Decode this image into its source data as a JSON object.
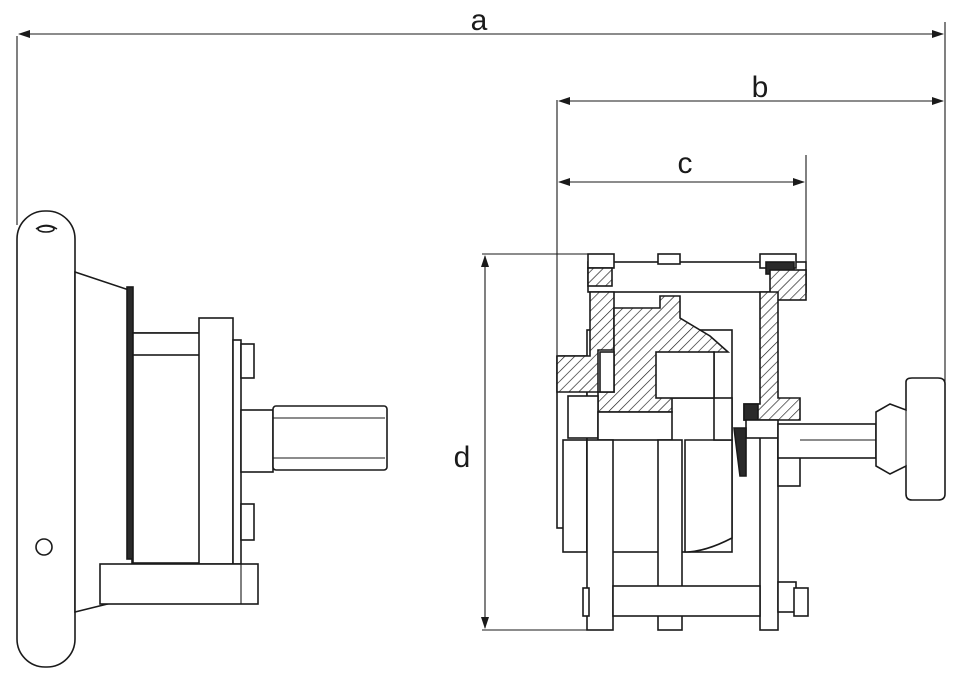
{
  "dimensions": {
    "a": "a",
    "b": "b",
    "c": "c",
    "d": "d"
  },
  "colors": {
    "line": "#1a1a1a",
    "background": "#ffffff"
  }
}
